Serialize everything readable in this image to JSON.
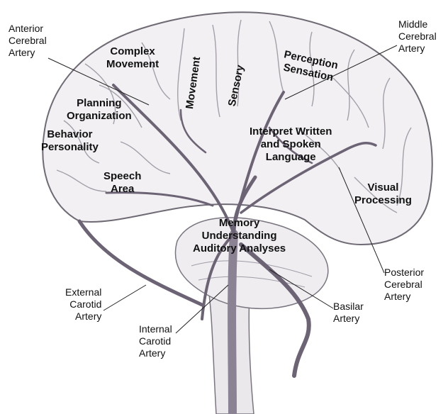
{
  "regions": {
    "complex_movement": "Complex\nMovement",
    "planning": "Planning\nOrganization",
    "behavior": "Behavior\nPersonality",
    "movement": "Movement",
    "sensory": "Sensory",
    "perception": "Perception\nSensation",
    "interpret": "Interpret Written\nand Spoken\nLanguage",
    "speech": "Speech\nArea",
    "visual": "Visual\nProcessing",
    "memory": "Memory\nUnderstanding\nAuditory Analyses"
  },
  "callouts": {
    "anterior": "Anterior\nCerebral\nArtery",
    "middle": "Middle\nCerebral\nArtery",
    "external": "External\nCarotid\nArtery",
    "internal": "Internal\nCarotid\nArtery",
    "basilar": "Basilar\nArtery",
    "posterior": "Posterior\nCerebral\nArtery"
  }
}
